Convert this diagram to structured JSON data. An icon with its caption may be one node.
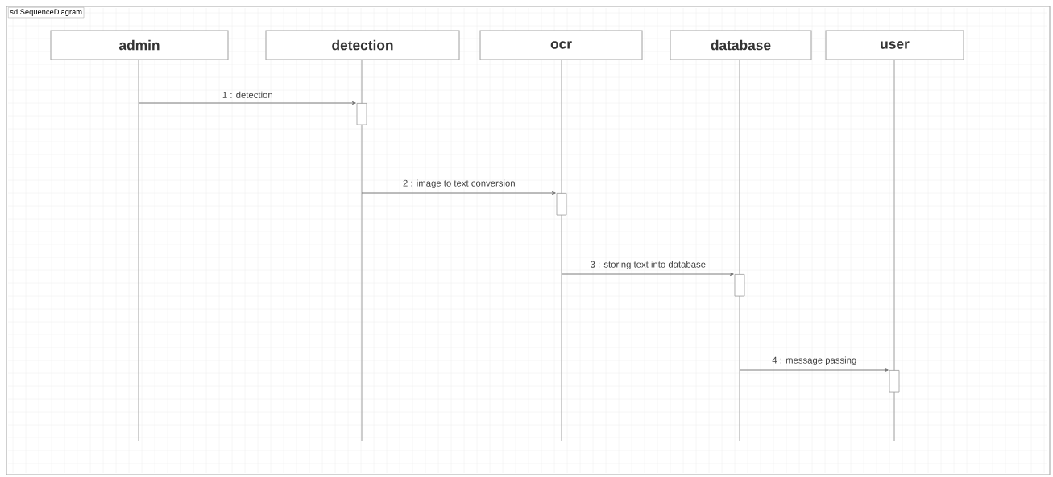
{
  "diagram": {
    "nodes": [
      {
        "text": [
          "admin"
        ]
      },
      {
        "text": [
          "detection"
        ]
      },
      {
        "text": [
          "ocr"
        ]
      },
      {
        "text": [
          "database"
        ]
      },
      {
        "text": [
          "user"
        ]
      },
      {
        "text": [],
        "shape": "line"
      },
      {
        "text": [],
        "shape": "line"
      },
      {
        "text": [],
        "shape": "line"
      },
      {
        "text": [],
        "shape": "line"
      },
      {
        "text": [],
        "shape": "line"
      },
      {
        "text": [],
        "shape": "bar"
      },
      {
        "text": [],
        "shape": "bar"
      },
      {
        "text": [],
        "shape": "bar"
      },
      {
        "text": [],
        "shape": "bar"
      }
    ],
    "edges": [
      {
        "from": 5,
        "to": 10,
        "arrow": "to",
        "label": "1 : detection"
      },
      {
        "from": 6,
        "to": 11,
        "arrow": "to",
        "label": "2 : image to text conversion"
      },
      {
        "from": 7,
        "to": 12,
        "arrow": "to",
        "label": "3 : storing text into database"
      },
      {
        "from": 8,
        "to": 13,
        "arrow": "to",
        "label": "4 : message passing"
      }
    ],
    "labels": [
      "sd SequenceDiagram"
    ]
  }
}
